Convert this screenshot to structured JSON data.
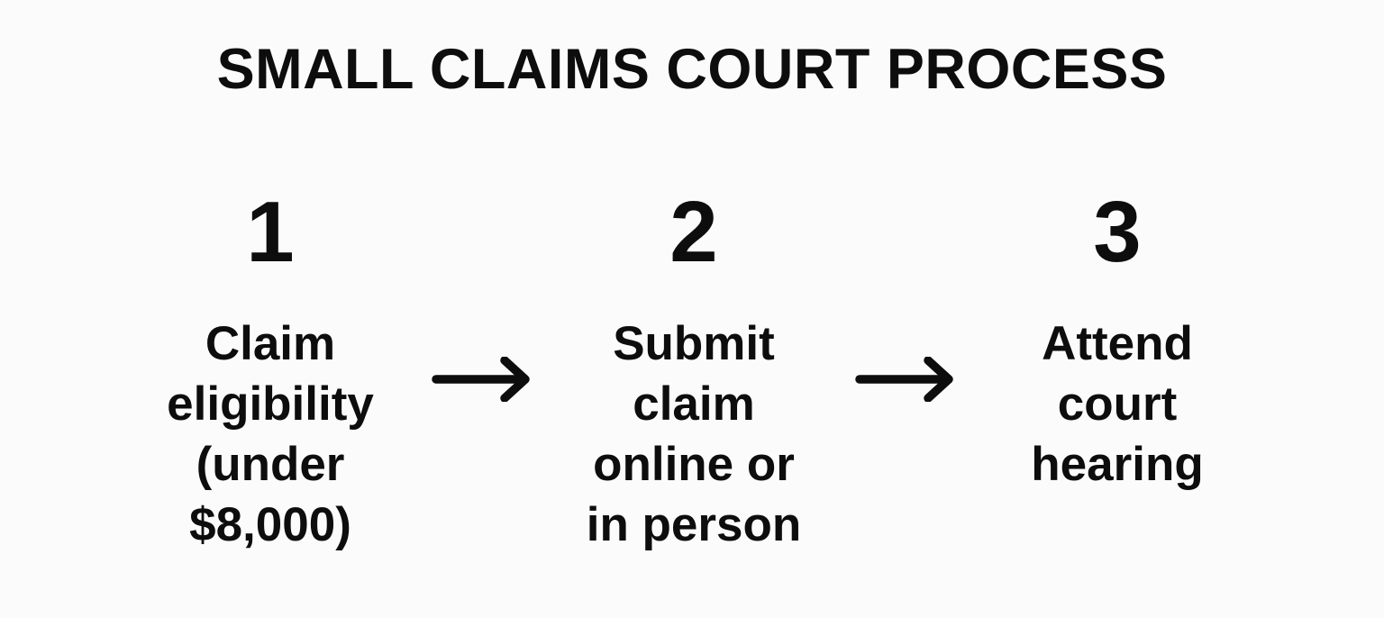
{
  "title": "SMALL CLAIMS COURT PROCESS",
  "background_color": "#fbfbfb",
  "text_color": "#0d0d0d",
  "steps": [
    {
      "number": "1",
      "lines": [
        "Claim",
        "eligibility",
        "(under",
        "$8,000)"
      ],
      "text": "Claim eligibility (under $8,000)"
    },
    {
      "number": "2",
      "lines": [
        "Submit",
        "claim",
        "online or",
        "in person"
      ],
      "text": "Submit claim online or in person"
    },
    {
      "number": "3",
      "lines": [
        "Attend",
        "court",
        "hearing"
      ],
      "text": "Attend court hearing"
    }
  ],
  "connectors": [
    {
      "icon": "arrow-right-icon"
    },
    {
      "icon": "arrow-right-icon"
    }
  ]
}
